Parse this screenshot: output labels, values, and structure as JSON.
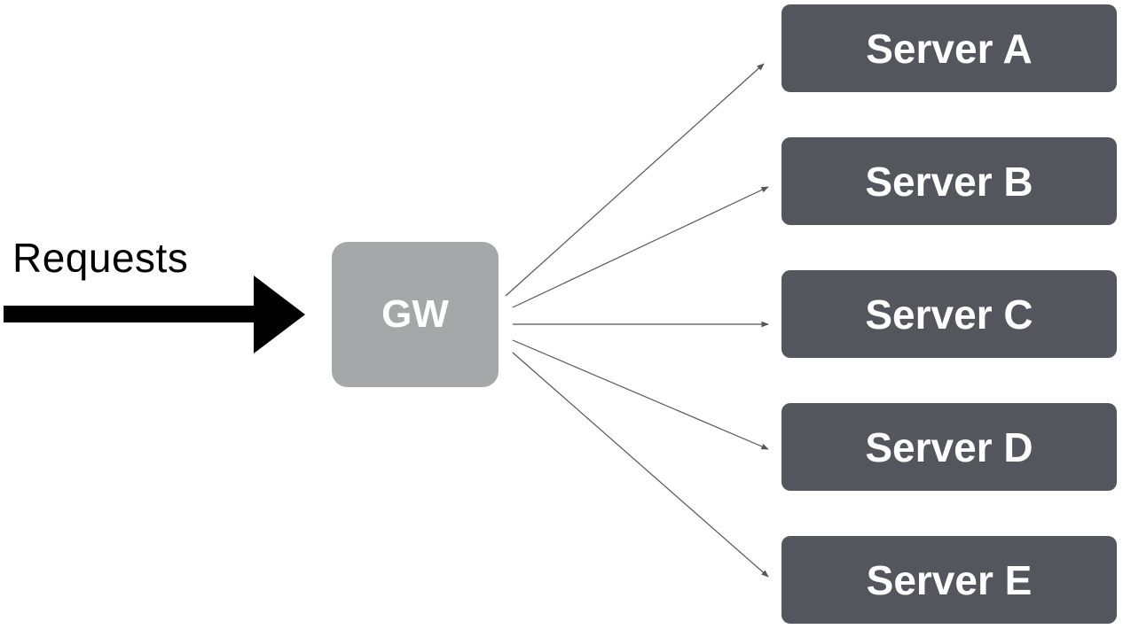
{
  "colors": {
    "arrow": "#000000",
    "connector": "#555555",
    "gateway_fill": "#a6a7a8",
    "server_fill": "#54565d",
    "label_text": "#ffffff"
  },
  "requests": {
    "label": "Requests"
  },
  "gateway": {
    "label": "GW"
  },
  "servers": [
    {
      "label": "Server A"
    },
    {
      "label": "Server B"
    },
    {
      "label": "Server C"
    },
    {
      "label": "Server D"
    },
    {
      "label": "Server E"
    }
  ],
  "edges": [
    {
      "from": "GW",
      "to": "Server A"
    },
    {
      "from": "GW",
      "to": "Server B"
    },
    {
      "from": "GW",
      "to": "Server C"
    },
    {
      "from": "GW",
      "to": "Server D"
    },
    {
      "from": "GW",
      "to": "Server E"
    }
  ]
}
